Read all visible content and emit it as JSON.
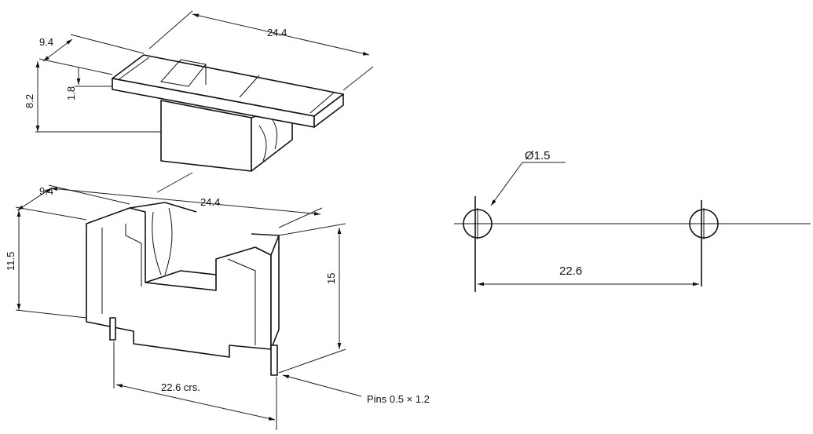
{
  "cover": {
    "width_label": "9.4",
    "length_label": "24.4",
    "height_label": "8.2",
    "lip_label": "1.8"
  },
  "base": {
    "width_label": "9.4",
    "length_label": "24.4",
    "body_height_label": "11.5",
    "total_height_label": "15",
    "pitch_label": "22.6 crs.",
    "pins_label": "Pins  0.5 × 1.2"
  },
  "footprint": {
    "hole_label": "Ø1.5",
    "pitch_label": "22.6"
  }
}
